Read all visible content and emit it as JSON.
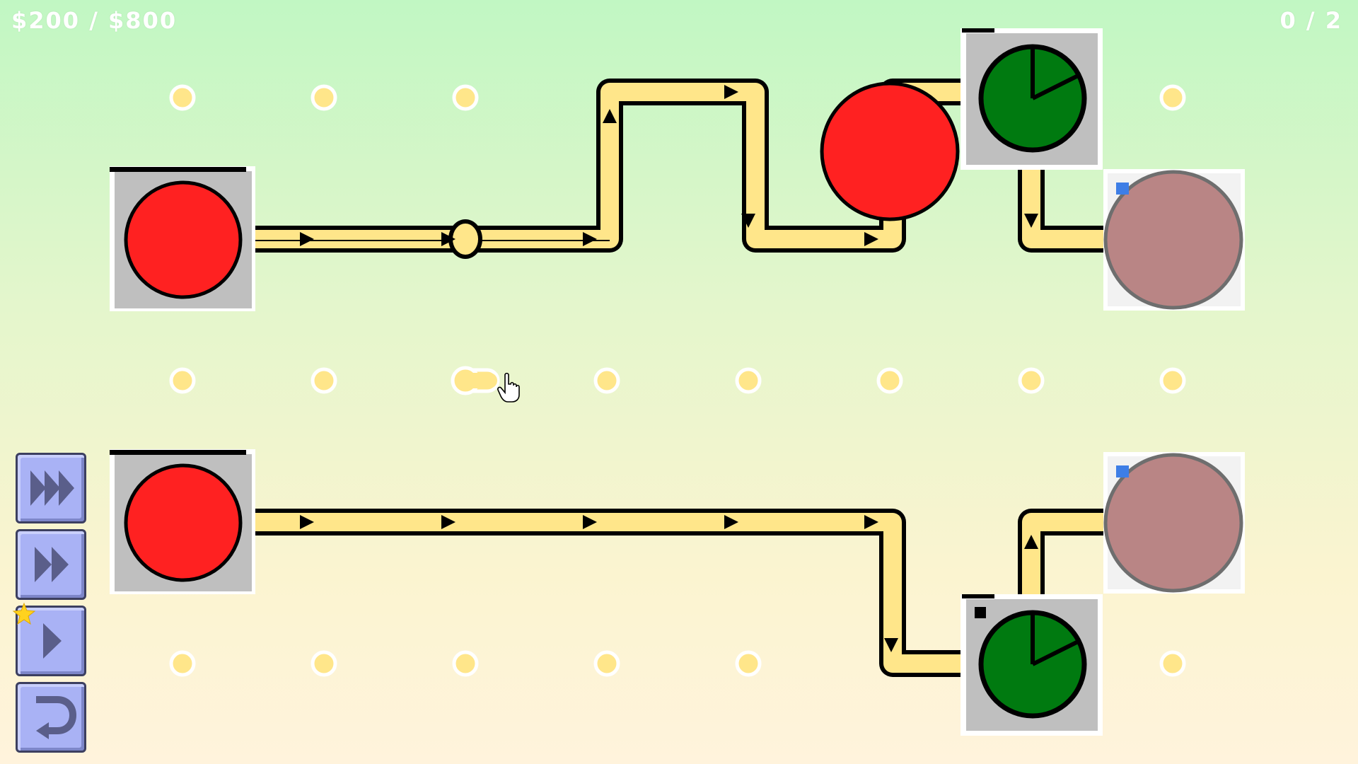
{
  "hud": {
    "money": "$200 / $800",
    "progress": "0 / 2"
  },
  "controls": [
    {
      "name": "fast-forward-3x-button",
      "icon": "triple-chevron-right-icon"
    },
    {
      "name": "fast-forward-2x-button",
      "icon": "double-chevron-right-icon"
    },
    {
      "name": "play-button",
      "icon": "play-icon",
      "badge": "star-icon"
    },
    {
      "name": "undo-button",
      "icon": "undo-arrow-icon"
    }
  ],
  "colors": {
    "track": "#ffe68a",
    "outline": "#000000",
    "source": "#ff2121",
    "timer": "#007a10",
    "target": "#b98585",
    "node": "#ffe68a",
    "panel": "#bfbfbf"
  }
}
